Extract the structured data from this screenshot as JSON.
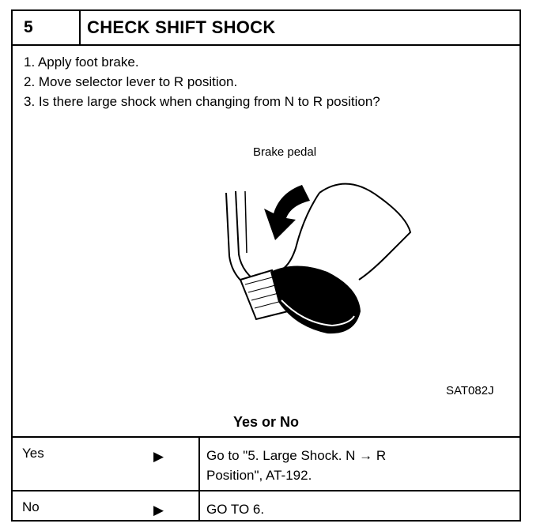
{
  "header": {
    "number": "5",
    "title": "CHECK SHIFT SHOCK"
  },
  "steps": [
    "1. Apply foot brake.",
    "2. Move selector lever to R position.",
    "3. Is there large shock when changing from N to R position?"
  ],
  "figure": {
    "label": "Brake pedal",
    "code": "SAT082J"
  },
  "question": "Yes or No",
  "rows": [
    {
      "answer": "Yes",
      "arrow": "▶",
      "action_line1": "Go to \"5. Large Shock. N → R",
      "action_line2": "Position\", AT-192."
    },
    {
      "answer": "No",
      "arrow": "▶",
      "action_line1": "GO TO 6."
    }
  ]
}
